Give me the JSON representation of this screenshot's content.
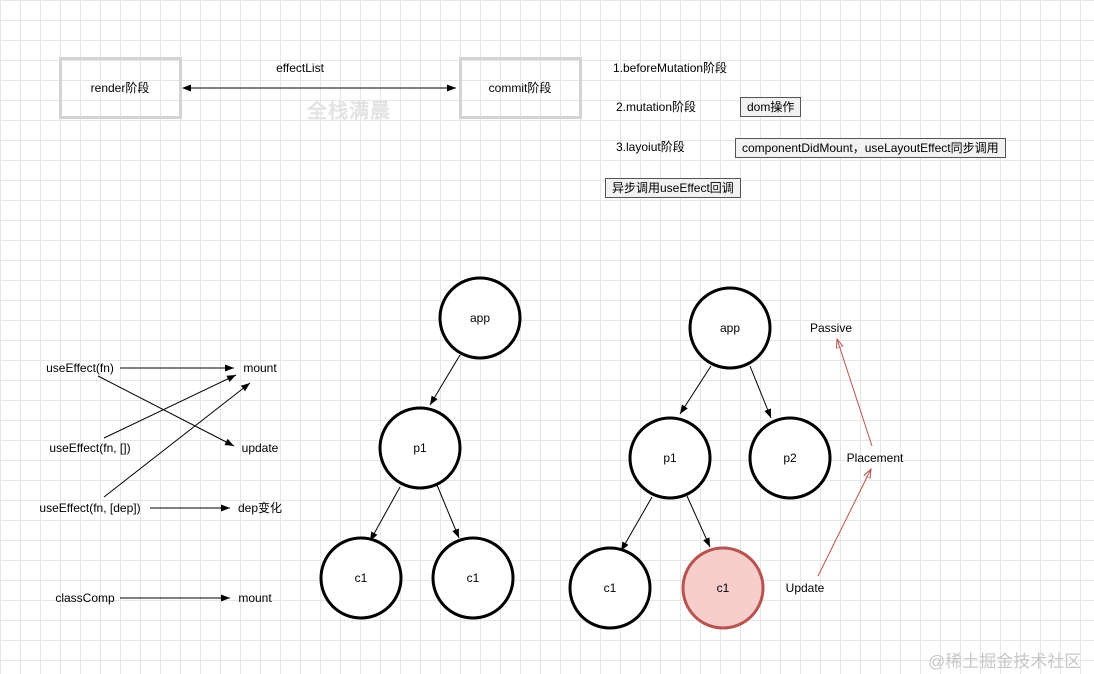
{
  "top": {
    "render_label": "render阶段",
    "commit_label": "commit阶段",
    "effect_list_label": "effectList",
    "watermark": "全栈满晨",
    "phases": [
      "1.beforeMutation阶段",
      "2.mutation阶段",
      "3.layoiut阶段"
    ],
    "mutation_note": "dom操作",
    "layout_note": "componentDidMount，useLayoutEffect同步调用",
    "async_note": "异步调用useEffect回调"
  },
  "effects": {
    "left": [
      "useEffect(fn)",
      "useEffect(fn, [])",
      "useEffect(fn, [dep])",
      "classComp"
    ],
    "right": [
      "mount",
      "update",
      "dep变化",
      "mount"
    ]
  },
  "tree_a": {
    "app": "app",
    "p1": "p1",
    "c1a": "c1",
    "c1b": "c1"
  },
  "tree_b": {
    "app": "app",
    "p1": "p1",
    "p2": "p2",
    "c1a": "c1",
    "c1b": "c1"
  },
  "flags": {
    "passive": "Passive",
    "placement": "Placement",
    "update": "Update"
  },
  "colors": {
    "highlight_fill": "#f8cecc",
    "highlight_stroke": "#b85450",
    "flag_arrow": "#b85450"
  },
  "footer_watermark": "@稀土掘金技术社区"
}
